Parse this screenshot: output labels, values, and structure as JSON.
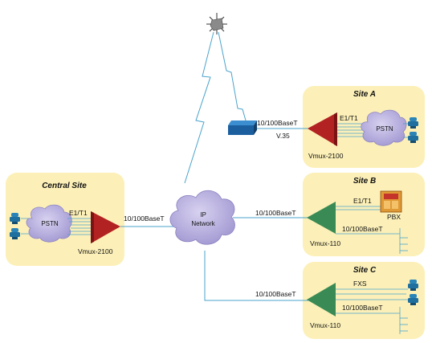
{
  "colors": {
    "site_fill": "#fcf0b8",
    "line": "#4aa3cc",
    "cloud": "#b7aedd",
    "red_unit": "#b32222",
    "green_unit": "#3a8a55",
    "phone": "#1f6f9f",
    "modem": "#1b5f9f"
  },
  "sites": {
    "central": {
      "title": "Central Site",
      "pstn": "PSTN",
      "link": "E1/T1",
      "device": "Vmux-2100",
      "uplink": "10/100BaseT"
    },
    "a": {
      "title": "Site A",
      "pstn": "PSTN",
      "link": "E1/T1",
      "device": "Vmux-2100",
      "uplink": "10/100BaseT",
      "serial": "V.35"
    },
    "b": {
      "title": "Site B",
      "link": "E1/T1",
      "pbx": "PBX",
      "lan": "10/100BaseT",
      "device": "Vmux-110",
      "uplink": "10/100BaseT"
    },
    "c": {
      "title": "Site C",
      "link": "FXS",
      "lan": "10/100BaseT",
      "device": "Vmux-110",
      "uplink": "10/100BaseT"
    }
  },
  "network": {
    "line1": "IP",
    "line2": "Network"
  },
  "icons": {
    "satellite": "satellite-icon",
    "phone": "telephone-icon",
    "modem": "modem-icon",
    "pbx": "pbx-icon"
  }
}
